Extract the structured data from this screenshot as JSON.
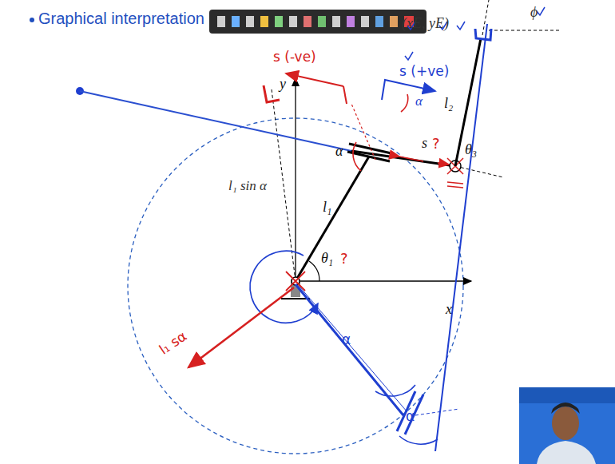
{
  "diagram": {
    "title": "Graphical interpretation",
    "labels": [
      "(xE, yE)",
      "ϕ",
      "s (-ve)",
      "s (+ve)",
      "α",
      "α",
      "l₂",
      "s",
      "?",
      "θ₃",
      "y",
      "l₁ sin α",
      "l₁",
      "θ₁",
      "?",
      "x",
      "l₁ sα",
      "α",
      "α"
    ]
  }
}
